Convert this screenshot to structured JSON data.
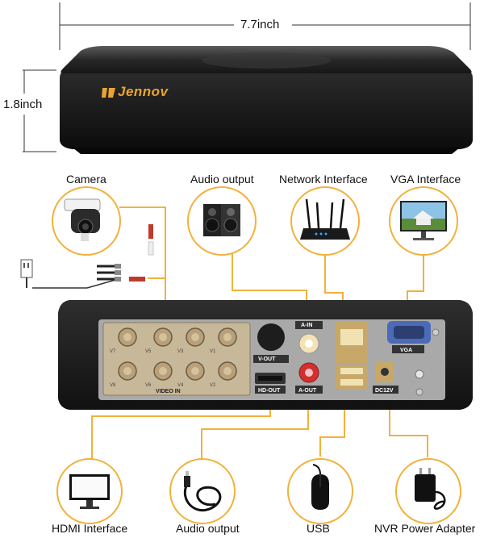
{
  "dimensions": {
    "width": "7.7inch",
    "height": "1.8inch"
  },
  "brand": "Jennov",
  "top_labels": {
    "camera": "Camera",
    "audio_output": "Audio output",
    "network": "Network Interface",
    "vga": "VGA Interface"
  },
  "bottom_labels": {
    "hdmi": "HDMI  Interface",
    "audio_output": "Audio output",
    "usb": "USB",
    "power": "NVR Power Adapter"
  },
  "panel_ports": {
    "video_in": "VIDEO IN",
    "v_out": "V-OUT",
    "a_in": "A-IN",
    "a_out": "A-OUT",
    "hd_out": "HD-OUT",
    "vga": "VGA",
    "dc12v": "DC12V",
    "bnc_channels": [
      "V7",
      "V5",
      "V3",
      "V1",
      "V8",
      "V6",
      "V4",
      "V2"
    ]
  },
  "colors": {
    "accent": "#f2b13c",
    "panel": "#c8b89a",
    "device": "#1e1e1e"
  }
}
